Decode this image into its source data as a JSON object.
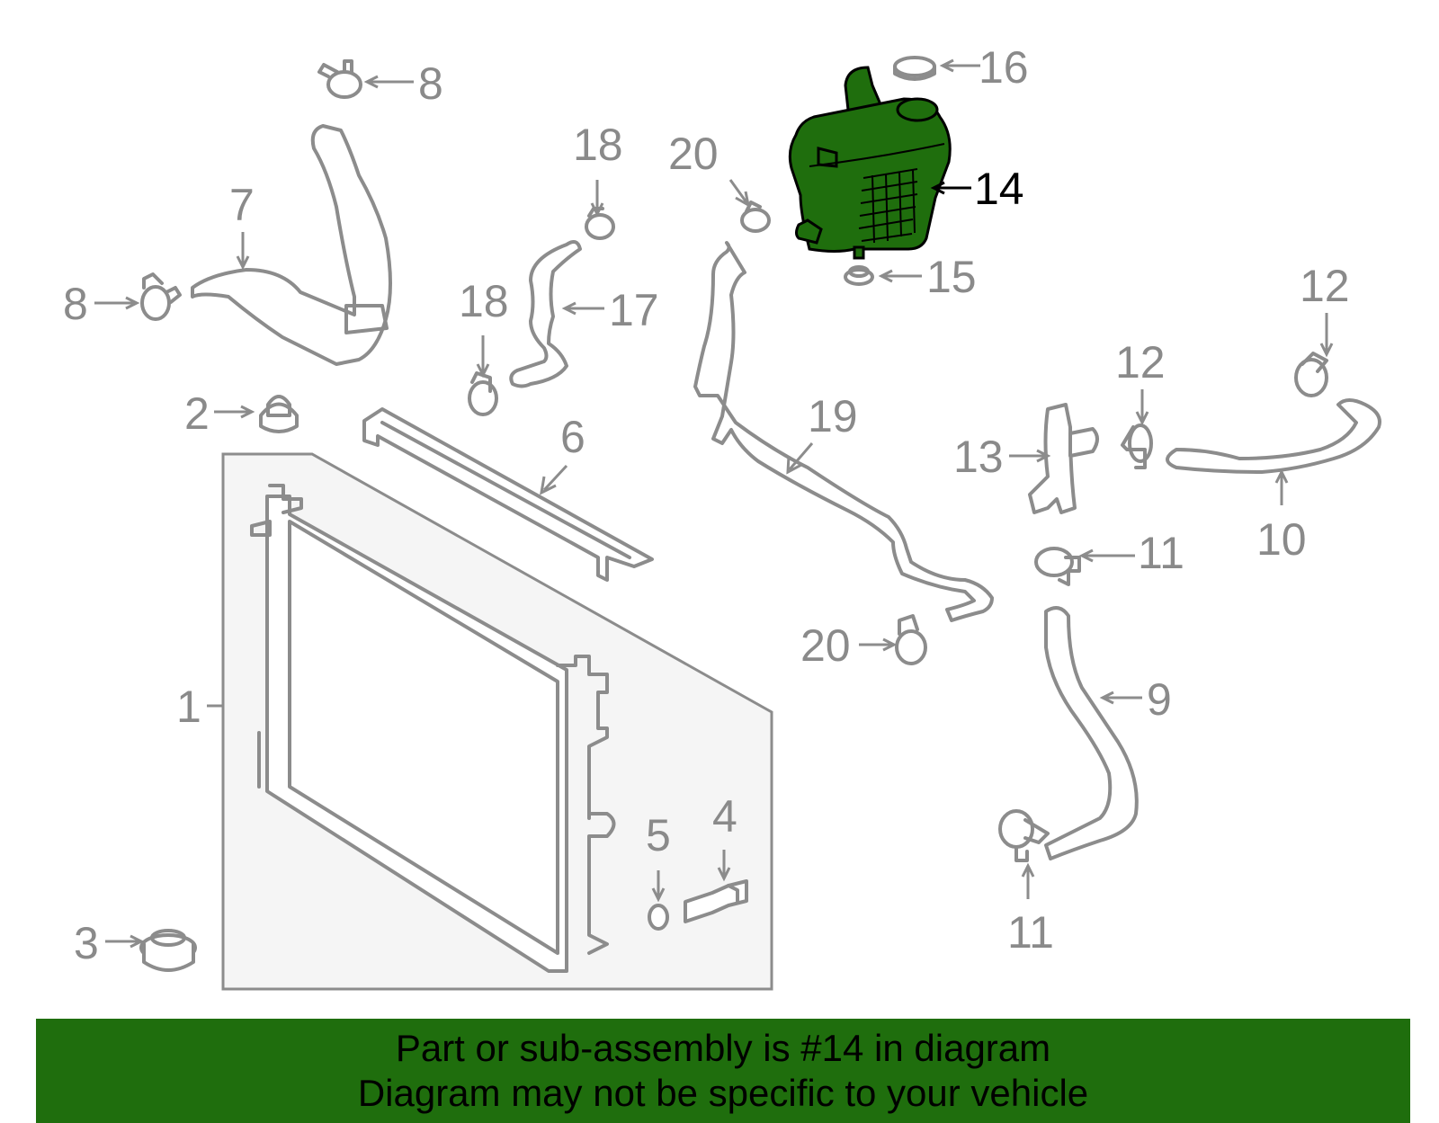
{
  "callouts": [
    {
      "number": "1"
    },
    {
      "number": "2"
    },
    {
      "number": "3"
    },
    {
      "number": "4"
    },
    {
      "number": "5"
    },
    {
      "number": "6"
    },
    {
      "number": "7"
    },
    {
      "number": "8"
    },
    {
      "number": "8"
    },
    {
      "number": "9"
    },
    {
      "number": "10"
    },
    {
      "number": "11"
    },
    {
      "number": "11"
    },
    {
      "number": "12"
    },
    {
      "number": "12"
    },
    {
      "number": "13"
    },
    {
      "number": "14"
    },
    {
      "number": "15"
    },
    {
      "number": "16"
    },
    {
      "number": "17"
    },
    {
      "number": "18"
    },
    {
      "number": "18"
    },
    {
      "number": "19"
    },
    {
      "number": "20"
    },
    {
      "number": "20"
    }
  ],
  "highlight": {
    "part_number": "14",
    "color": "#1f6e0d"
  },
  "colors": {
    "line": "#8c8c8c",
    "radiator_fill": "#f5f5f5",
    "banner": "#1f6e0d"
  },
  "banner": {
    "line1": "Part or sub-assembly is #14 in diagram",
    "line2": "Diagram may not be specific to your vehicle"
  }
}
